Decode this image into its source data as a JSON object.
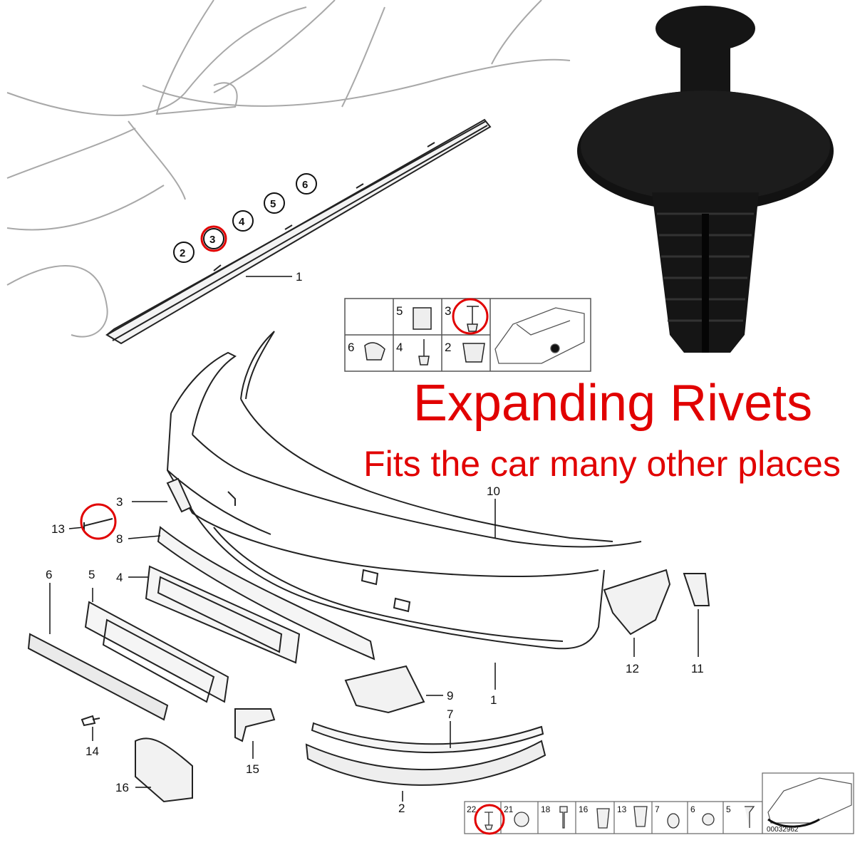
{
  "headline": "Expanding Rivets",
  "subheadline": "Fits the car many other places",
  "colors": {
    "accent_red": "#e10000",
    "line": "#222222",
    "faint_line": "#9a9a9a",
    "rivet_black": "#151515"
  },
  "side_sill": {
    "callouts": [
      "2",
      "3",
      "4",
      "5",
      "6"
    ],
    "highlighted": "3",
    "part_label": "1"
  },
  "inset_top": {
    "cells": [
      "5",
      "3",
      "6",
      "4",
      "2"
    ],
    "highlighted": "3"
  },
  "bumper_labels": {
    "l1": "1",
    "l2": "2",
    "l3": "3",
    "l4": "4",
    "l5": "5",
    "l6": "6",
    "l7": "7",
    "l8": "8",
    "l9": "9",
    "l10": "10",
    "l11": "11",
    "l12": "12",
    "l13": "13",
    "l14": "14",
    "l15": "15",
    "l16": "16"
  },
  "inset_bottom": {
    "cells": [
      "22",
      "21",
      "18",
      "16",
      "13",
      "7",
      "6",
      "5"
    ],
    "highlighted": "22",
    "code": "00032962"
  },
  "icons": [
    "rivet-photo-icon",
    "car-thumbnail-icon",
    "red-circle-marker-icon"
  ]
}
